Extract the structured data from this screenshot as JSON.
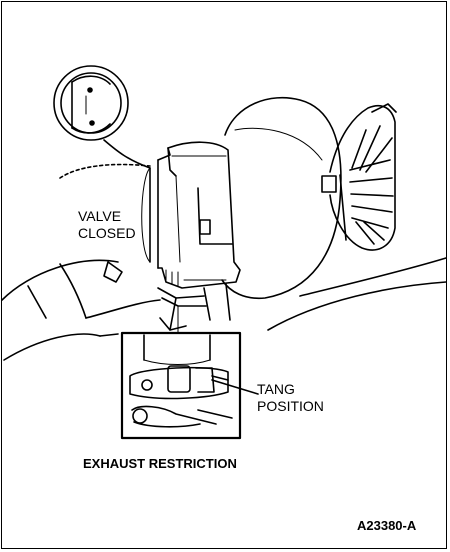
{
  "labels": {
    "valve_line1": "VALVE",
    "valve_line2": "CLOSED",
    "tang_line1": "TANG",
    "tang_line2": "POSITION"
  },
  "caption": "EXHAUST RESTRICTION",
  "figure_id": "A23380-A",
  "colors": {
    "ink": "#000000",
    "paper": "#ffffff"
  }
}
